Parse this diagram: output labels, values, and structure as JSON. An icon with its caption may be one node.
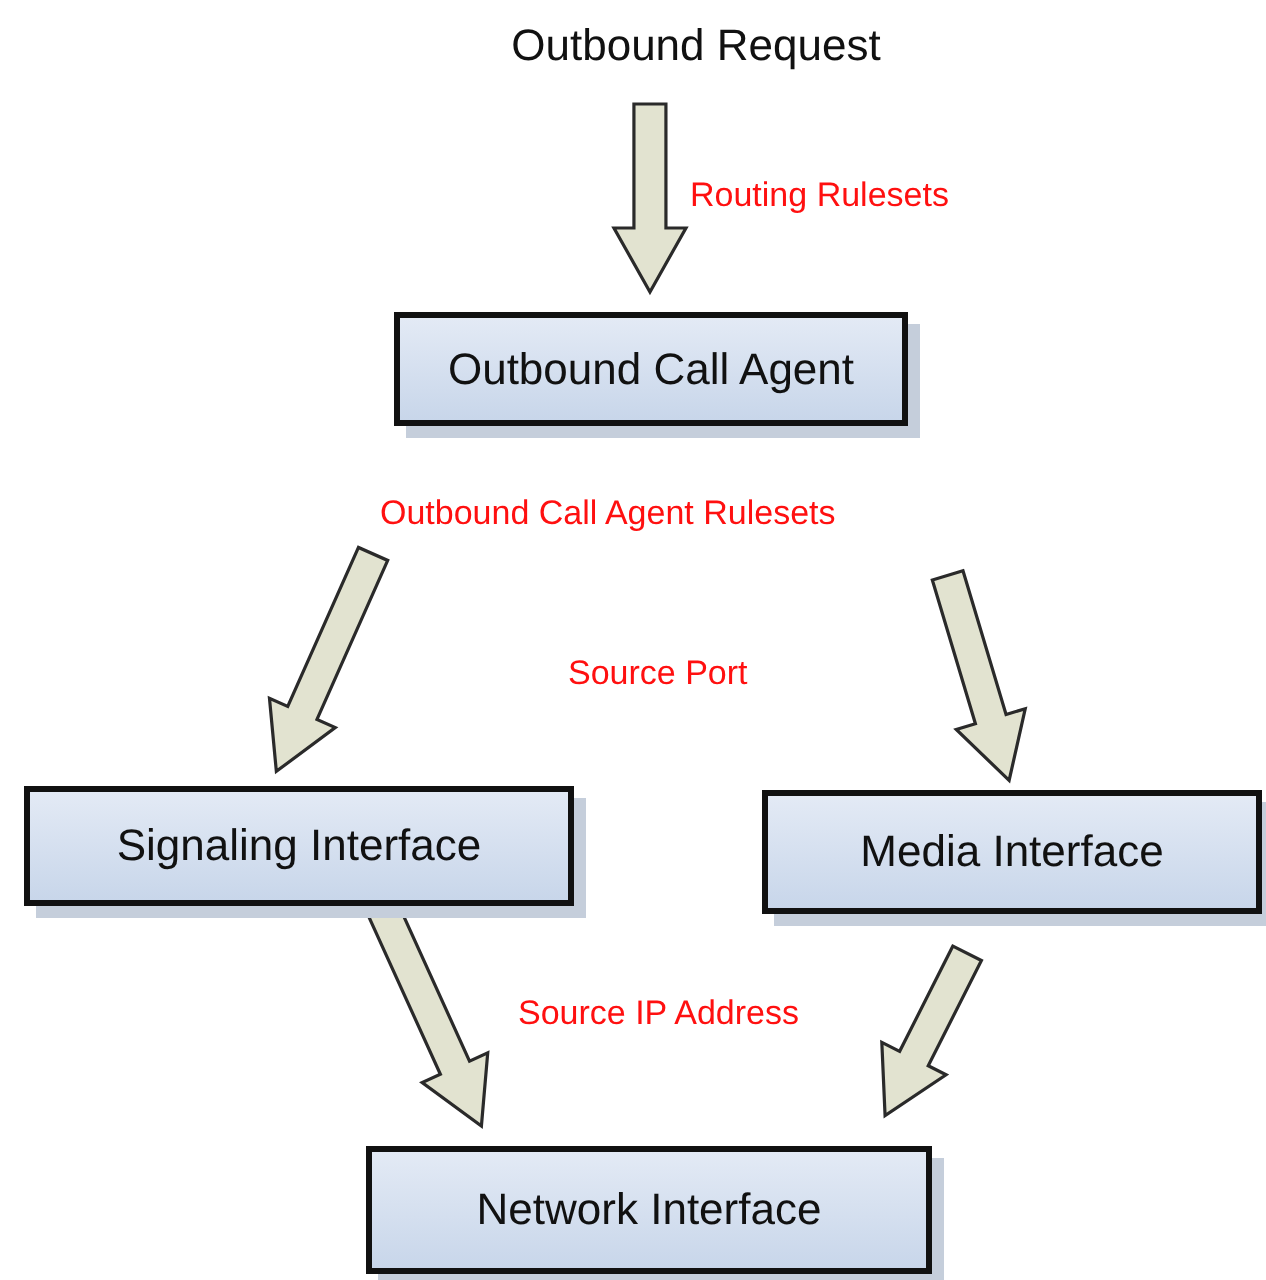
{
  "diagram": {
    "nodes": [
      {
        "text": [
          "Outbound Request"
        ]
      },
      {
        "text": [
          "Outbound Call Agent"
        ]
      },
      {
        "text": [
          "Signaling Interface"
        ]
      },
      {
        "text": [
          "Media Interface"
        ]
      },
      {
        "text": [
          "Network Interface"
        ]
      }
    ],
    "edges": [
      {
        "from": 0,
        "to": 1,
        "arrow": "to",
        "label": "Routing Rulesets"
      },
      {
        "from": 1,
        "to": 2,
        "arrow": "to"
      },
      {
        "from": 1,
        "to": 3,
        "arrow": "to"
      },
      {
        "from": 2,
        "to": 4,
        "arrow": "to"
      },
      {
        "from": 3,
        "to": 4,
        "arrow": "to"
      }
    ],
    "labels": [
      "Outbound Call Agent Rulesets",
      "Source Port",
      "Source IP Address"
    ]
  }
}
